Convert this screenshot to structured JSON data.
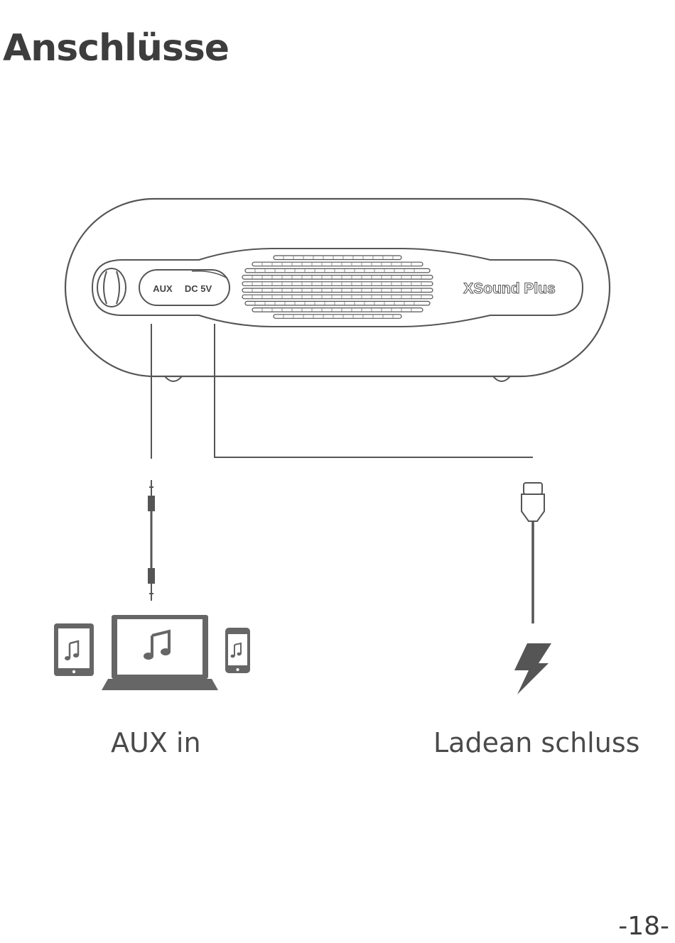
{
  "page": {
    "title": "Anschlüsse",
    "page_number": "-18-"
  },
  "speaker": {
    "port_aux": "AUX",
    "port_dc": "DC 5V",
    "brand": "XSound Plus"
  },
  "connections": {
    "aux_label": "AUX in",
    "charge_label": "Ladean schluss"
  },
  "icons": [
    "tablet-icon",
    "laptop-icon",
    "smartphone-icon",
    "music-note-icon",
    "aux-cable-icon",
    "usb-cable-icon",
    "lightning-icon"
  ],
  "colors": {
    "line": "#555555",
    "device_fill": "#666666",
    "text": "#3d3d3d"
  }
}
